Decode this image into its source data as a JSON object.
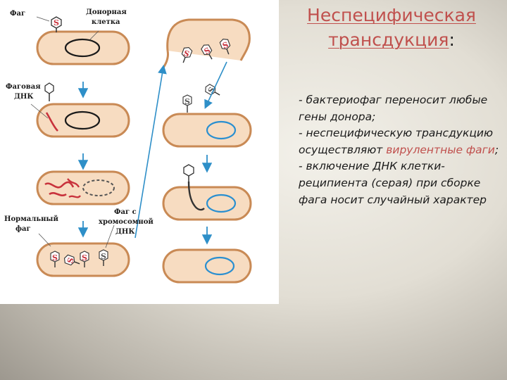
{
  "title": {
    "line1": "Неспецифическая",
    "line2": "трансдукция",
    "colon": ":"
  },
  "body": {
    "p1": "- бактериофаг переносит любые гены донора;",
    "p2_before": " - неспецифическую трансдукцию осуществляют ",
    "p2_red": "вирулентные фаги",
    "p2_after": ";",
    "p3": "- включение ДНК клетки-реципиента (серая) при сборке фага носит случайный характер"
  },
  "diagram": {
    "labels": {
      "phage": "Фаг",
      "donor_line1": "Донорная",
      "donor_line2": "клетка",
      "phage_dna_line1": "Фаговая",
      "phage_dna_line2": "ДНК",
      "normal_line1": "Нормальный",
      "normal_line2": "фаг",
      "chrom_line1": "Фаг с",
      "chrom_line2": "хромосомной",
      "chrom_line3": "ДНК"
    },
    "phage_head_letter": "S"
  },
  "colors": {
    "title_red": "#c0504d",
    "arrow_blue": "#2e8fc8",
    "cell_fill": "#f7dcc1",
    "cell_outline": "#c98a55",
    "dna_red": "#c8323c",
    "dna_blue": "#2a8fd0"
  }
}
